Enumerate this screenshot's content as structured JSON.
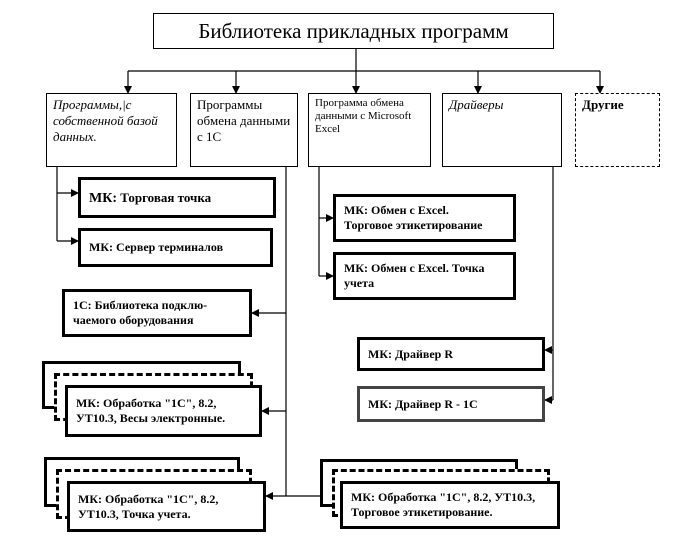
{
  "root": {
    "title": "Библиотека прикладных программ"
  },
  "categories": {
    "own_db": {
      "label": "Программы,|с собственной базой данных."
    },
    "exchange_1c": {
      "label": "Программы обмена данными с 1С"
    },
    "exchange_excel": {
      "label": "Программа обмена данными с Microsoft Excel"
    },
    "drivers": {
      "label": "Драйверы"
    },
    "other": {
      "label": "Другие"
    }
  },
  "leaves": {
    "trade_point": {
      "prefix": "МК:",
      "text": " Торговая точка"
    },
    "terminal_server": {
      "text": "МК: Сервер терминалов"
    },
    "excel_tagging": {
      "line1": "МК: Обмен с Excel.",
      "line2": "Торговое этикетирование"
    },
    "excel_accounting": {
      "line1": "МК: Обмен с Excel. Точка",
      "line2": "учета"
    },
    "lib_1c": {
      "line1": "1С: Библиотека подклю-",
      "line2": "чаемого оборудования"
    },
    "driver_r": {
      "text": "МК: Драйвер R"
    },
    "driver_r_1c": {
      "text": "МК: Драйвер R - 1С"
    },
    "scales": {
      "line1": "МК: Обработка \"1С\", 8.2,",
      "line2": "УТ10.3, Весы электронные."
    },
    "accounting_point": {
      "line1": "МК: Обработка \"1С\", 8.2,",
      "line2": "УТ10.3, Точка учета."
    },
    "tagging": {
      "line1": "МК: Обработка \"1С\", 8.2, УТ10.3,",
      "line2": "Торговое этикетирование."
    }
  }
}
